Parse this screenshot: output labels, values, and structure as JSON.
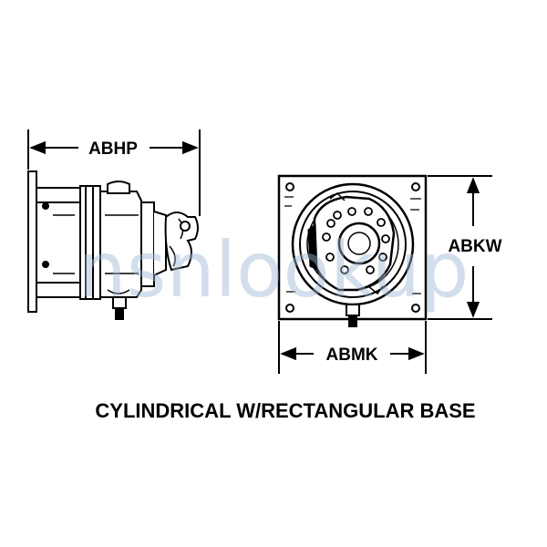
{
  "dimensions": {
    "side_width": "ABHP",
    "front_height": "ABKW",
    "front_width": "ABMK"
  },
  "caption": "CYLINDRICAL W/RECTANGULAR BASE",
  "watermark": "nsnlookup",
  "colors": {
    "ink": "#000000",
    "watermark": "#9fb8d6",
    "background": "#ffffff"
  }
}
